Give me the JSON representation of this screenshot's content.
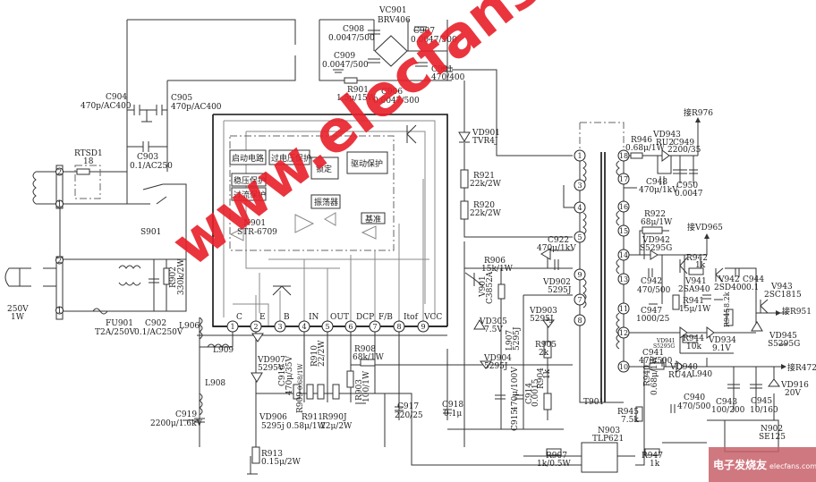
{
  "watermark": "www.elecfans.com",
  "logo": {
    "cn": "电子发烧友",
    "en": "elecfans.com",
    "color": "#c8606a"
  },
  "accent_color": "#e8202a",
  "chip": {
    "ref": "N901",
    "part": "STR-6709",
    "blocks": {
      "start": "启动电路",
      "ovp": "过电压保护",
      "reg": "稳压保护",
      "ocp": "过流保护",
      "latch": "锁定",
      "drive": "驱动保护",
      "osc": "振荡器",
      "ref": "基准"
    },
    "pins": [
      {
        "n": "1",
        "name": "C"
      },
      {
        "n": "2",
        "name": "E"
      },
      {
        "n": "3",
        "name": "B"
      },
      {
        "n": "4",
        "name": "IN"
      },
      {
        "n": "5",
        "name": "OUT"
      },
      {
        "n": "6",
        "name": "DCP"
      },
      {
        "n": "7",
        "name": "F/B"
      },
      {
        "n": "8",
        "name": "Itof"
      },
      {
        "n": "9",
        "name": "VCC"
      }
    ]
  },
  "transformer": {
    "ref": "T901",
    "primary_pins": [
      "1",
      "3",
      "4",
      "5",
      "9",
      "7",
      "8"
    ],
    "secondary_pins": [
      "18",
      "17",
      "16",
      "15",
      "14",
      "13",
      "11",
      "12",
      "10"
    ]
  },
  "connectors": {
    "top": [
      "2",
      "1"
    ],
    "bottom": [
      "2",
      "1"
    ]
  },
  "components": {
    "VC901": {
      "ref": "VC901",
      "value": "BRV406"
    },
    "C908": {
      "ref": "C908",
      "value": "0.0047/500"
    },
    "C909": {
      "ref": "C909",
      "value": "0.0047/500"
    },
    "C907": {
      "ref": "C907",
      "value": "0.0047/500"
    },
    "C901": {
      "ref": "C901",
      "value": "470/400"
    },
    "R901": {
      "ref": "R901",
      "value": "1.5μ/15W"
    },
    "C906": {
      "ref": "C906",
      "value": "0.0047/500"
    },
    "C904": {
      "ref": "C904",
      "value": "470p/AC400"
    },
    "C905": {
      "ref": "C905",
      "value": "470p/AC400"
    },
    "C903": {
      "ref": "C903",
      "value": "0.1/AC250"
    },
    "RTSD1": {
      "ref": "RTSD1",
      "value": "18"
    },
    "S901": {
      "ref": "S901"
    },
    "R902": {
      "ref": "R902",
      "value": "330k/2W"
    },
    "PLUG": {
      "value": "250V",
      "value2": "1W"
    },
    "FU901": {
      "ref": "FU901",
      "value": "T2A/250V"
    },
    "C902": {
      "ref": "C902",
      "value": "0.1/AC250V"
    },
    "L906": {
      "ref": "L906"
    },
    "L909": {
      "ref": "L909"
    },
    "L908": {
      "ref": "L908"
    },
    "C919": {
      "ref": "C919",
      "value": "2200μ/1.6kV"
    },
    "VD907": {
      "ref": "VD907",
      "value": "5295V"
    },
    "C910": {
      "ref": "C910",
      "value": "470μ/35V"
    },
    "R910": {
      "ref": "R910",
      "value": "22/2W"
    },
    "R909": {
      "ref": "R909",
      "value": "0.68/1W"
    },
    "VD906": {
      "ref": "VD906",
      "value": "5295j"
    },
    "R911": {
      "ref": "R911",
      "value": "0.58μ/1W"
    },
    "R990J": {
      "ref": "R990J",
      "value": "22μ/2W"
    },
    "R908": {
      "ref": "R908",
      "value": "68k/1W"
    },
    "R903": {
      "ref": "R903",
      "value": "100/1W"
    },
    "R913": {
      "ref": "R913",
      "value": "0.15μ/2W"
    },
    "C917": {
      "ref": "C917",
      "value": "220/25"
    },
    "C918": {
      "ref": "C918",
      "value": "0.1μ"
    },
    "VD901": {
      "ref": "VD901",
      "value": "TVR4J"
    },
    "R921": {
      "ref": "R921",
      "value": "22k/2W"
    },
    "R920": {
      "ref": "R920",
      "value": "22k/2W"
    },
    "C922": {
      "ref": "C922",
      "value": "470μ/1kV"
    },
    "R906": {
      "ref": "R906",
      "value": "15k/1W"
    },
    "V901": {
      "ref": "V901",
      "value": "C3852A"
    },
    "VD902": {
      "ref": "VD902",
      "value": "5295J"
    },
    "VD305": {
      "ref": "VD305",
      "value": "7.5V"
    },
    "VD903": {
      "ref": "VD903",
      "value": "5295J"
    },
    "L907": {
      "ref": "L907",
      "value": "5295J"
    },
    "R905": {
      "ref": "R905",
      "value": "2k"
    },
    "VD904": {
      "ref": "VD904",
      "value": "5295J"
    },
    "C915": {
      "ref": "C915",
      "value": "470μ/100V"
    },
    "C914": {
      "ref": "C914",
      "value": "0.0015"
    },
    "R904": {
      "ref": "R904",
      "value": "1k"
    },
    "R907": {
      "ref": "R907",
      "value": "1k/0.5W"
    },
    "N903": {
      "ref": "N903",
      "value": "TLP621"
    },
    "R947": {
      "ref": "R947",
      "value": "1k"
    },
    "R945": {
      "ref": "R945",
      "value": "7.5k"
    },
    "R940": {
      "ref": "R940",
      "value": "0.68μ/1W"
    },
    "VD940": {
      "ref": "VD940",
      "value": "RU4A"
    },
    "L940": {
      "ref": "L940"
    },
    "C940": {
      "ref": "C940",
      "value": "470/500"
    },
    "C943": {
      "ref": "C943",
      "value": "100/200"
    },
    "C945": {
      "ref": "C945",
      "value": "10/160"
    },
    "VD916": {
      "ref": "VD916",
      "value": "20V"
    },
    "N902": {
      "ref": "N902",
      "value": "SE125"
    },
    "VD945": {
      "ref": "VD945",
      "value": "S5295G"
    },
    "V943": {
      "ref": "V943",
      "value": "2SC1815"
    },
    "C944": {
      "ref": "C944",
      "value": "0.1"
    },
    "V942": {
      "ref": "V942",
      "value": "2SD400"
    },
    "V941": {
      "ref": "V941",
      "value": "2SA940"
    },
    "R942": {
      "ref": "R942",
      "value": "1k"
    },
    "R941": {
      "ref": "R941",
      "value": "15μ/1W"
    },
    "R9458": {
      "ref": "R945",
      "value": "8.2k"
    },
    "C947": {
      "ref": "C947",
      "value": "1000/25"
    },
    "C941": {
      "ref": "C941",
      "value": "470/500"
    },
    "VD941": {
      "ref": "VD941",
      "value": "S5295G"
    },
    "R944": {
      "ref": "R944",
      "value": "10k"
    },
    "VD934": {
      "ref": "VD934",
      "value": "9.1V"
    },
    "C942": {
      "ref": "C942",
      "value": "470/500"
    },
    "VD942": {
      "ref": "VD942",
      "value": "S5295G"
    },
    "R922": {
      "ref": "R922",
      "value": "68μ/1W"
    },
    "R946": {
      "ref": "R946",
      "value": "0.68μ/1W"
    },
    "VD943": {
      "ref": "VD943",
      "value": "RU2"
    },
    "C949": {
      "ref": "C949",
      "value": "2200/35"
    },
    "C948": {
      "ref": "C948",
      "value": "470μ/1kV"
    },
    "C950": {
      "ref": "C950",
      "value": "0.0047"
    }
  },
  "connections": {
    "R976": "接R976",
    "VD965": "接VD965",
    "R951": "接R951",
    "R472": "接R472"
  }
}
